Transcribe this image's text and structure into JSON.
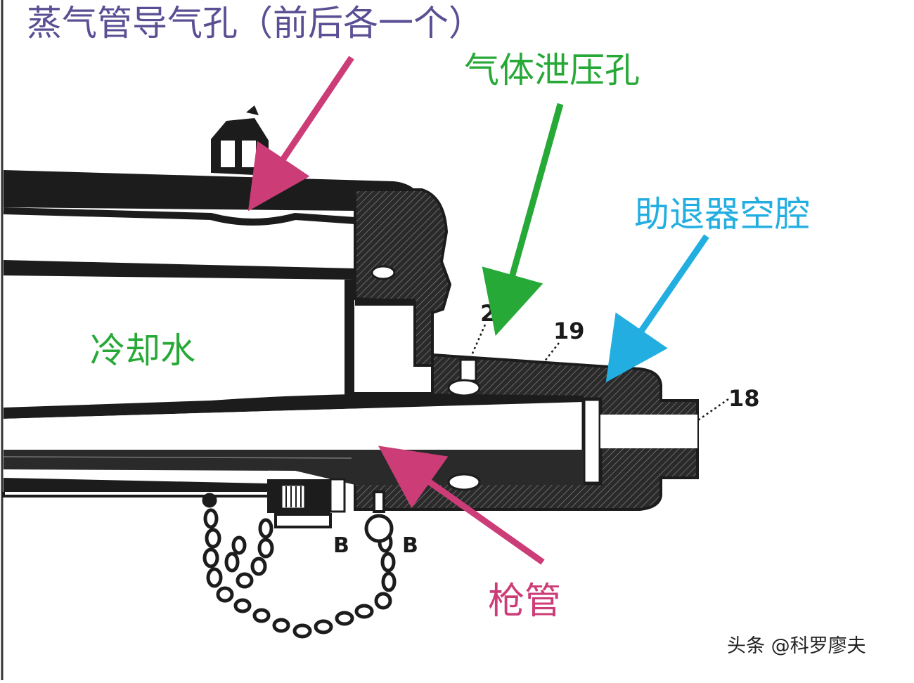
{
  "labels": {
    "steam_vent": "蒸气管导气孔（前后各一个）",
    "gas_vent": "气体泄压孔",
    "booster_cavity": "助退器空腔",
    "cooling_water": "冷却水",
    "barrel": "枪管"
  },
  "part_numbers": {
    "n20": "20",
    "n19": "19",
    "n18": "18",
    "b_left": "B",
    "b_right": "B"
  },
  "watermark": "头条 @科罗廖夫",
  "colors": {
    "steam_vent": "#5b4f94",
    "gas_vent": "#27a937",
    "booster_cavity": "#22aee0",
    "cooling_water": "#27a937",
    "barrel": "#cc3d78",
    "drawing": "#1c1c1c",
    "watermark": "#222222"
  }
}
